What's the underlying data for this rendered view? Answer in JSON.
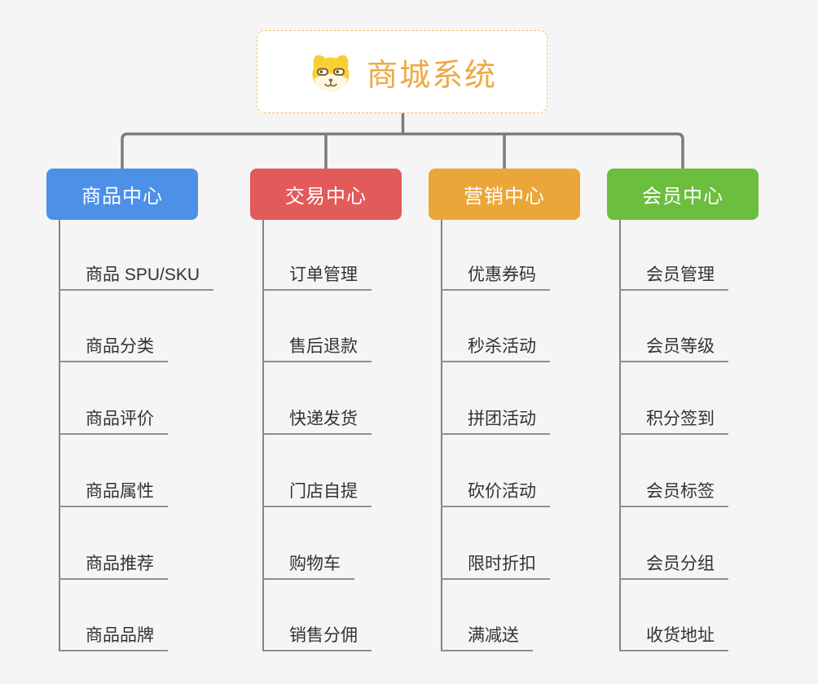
{
  "page": {
    "background": "#F5F5F5"
  },
  "root": {
    "label": "商城系统",
    "icon": "doge-icon",
    "text_color": "#F0A843",
    "border_color": "#F3BE72",
    "background": "#FFFFFF"
  },
  "connectors": {
    "color": "#7C7C7C"
  },
  "leaf_style": {
    "text_color": "#333333",
    "underline_color": "#8F8F8F",
    "line_color": "#838383"
  },
  "branches": [
    {
      "label": "商品中心",
      "color": "#4D90E8",
      "children": [
        "商品 SPU/SKU",
        "商品分类",
        "商品评价",
        "商品属性",
        "商品推荐",
        "商品品牌"
      ]
    },
    {
      "label": "交易中心",
      "color": "#E25A5A",
      "children": [
        "订单管理",
        "售后退款",
        "快递发货",
        "门店自提",
        "购物车",
        "销售分佣"
      ]
    },
    {
      "label": "营销中心",
      "color": "#EBA639",
      "children": [
        "优惠券码",
        "秒杀活动",
        "拼团活动",
        "砍价活动",
        "限时折扣",
        "满减送"
      ]
    },
    {
      "label": "会员中心",
      "color": "#6CBE3E",
      "children": [
        "会员管理",
        "会员等级",
        "积分签到",
        "会员标签",
        "会员分组",
        "收货地址"
      ]
    }
  ]
}
